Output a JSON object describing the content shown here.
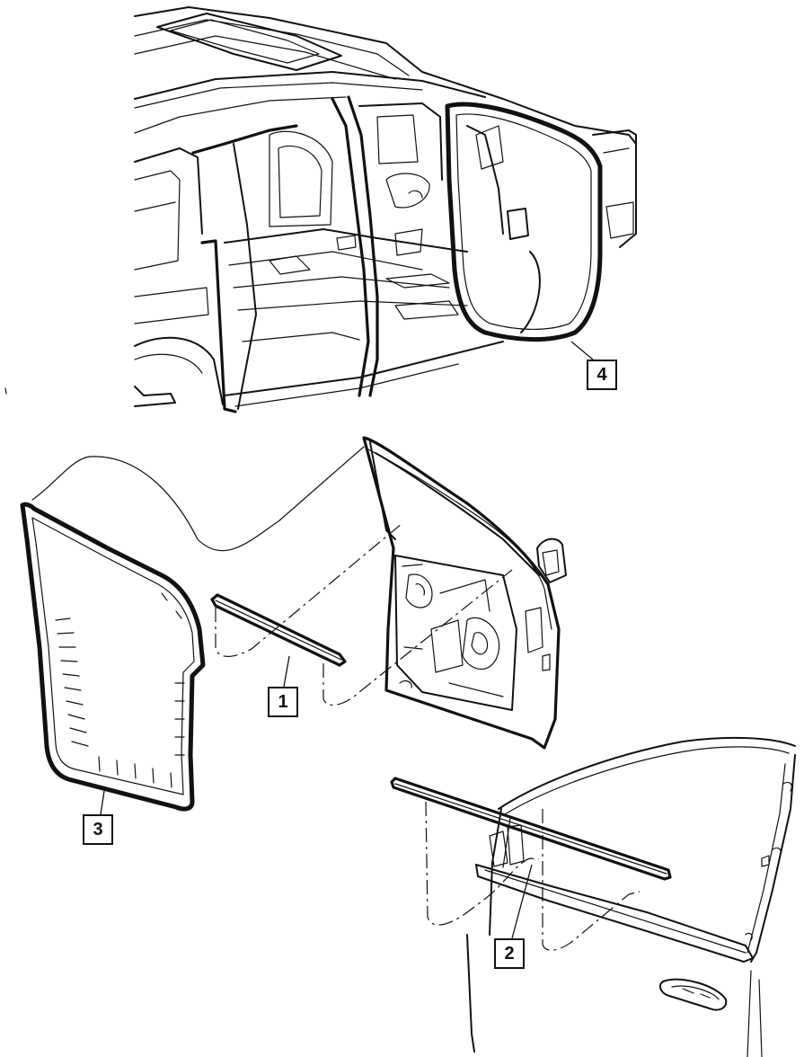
{
  "callouts": [
    {
      "id": "callout-1",
      "label": "1"
    },
    {
      "id": "callout-2",
      "label": "2"
    },
    {
      "id": "callout-3",
      "label": "3"
    },
    {
      "id": "callout-4",
      "label": "4"
    }
  ],
  "colors": {
    "line": "#111111",
    "background": "#ffffff"
  }
}
